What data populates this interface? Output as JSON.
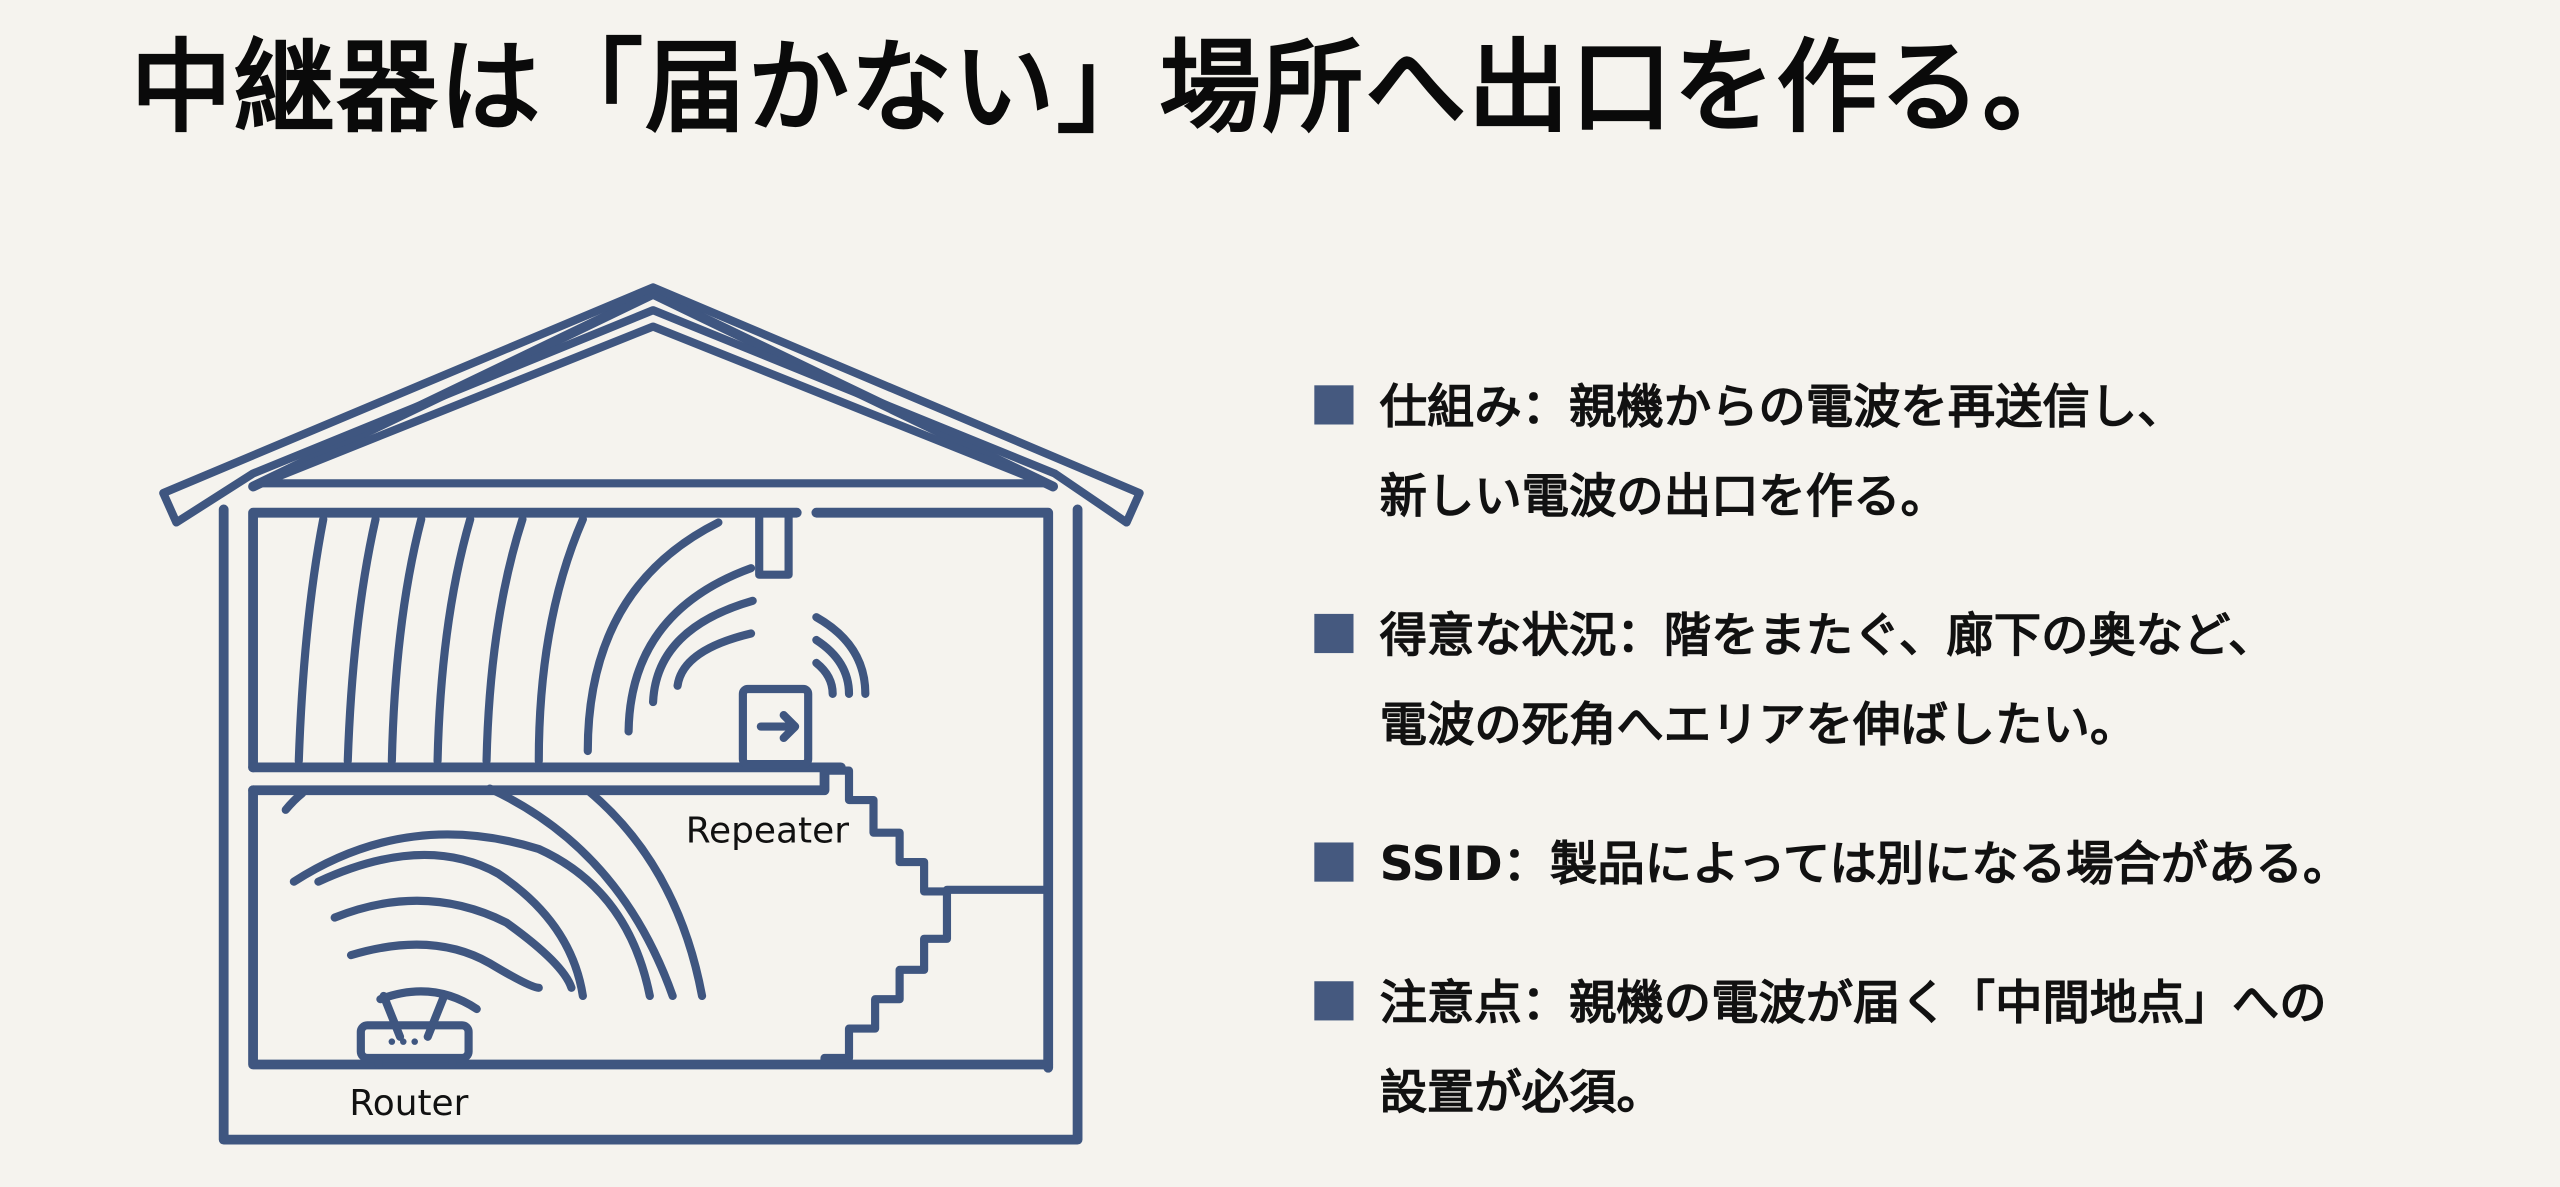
{
  "title": "中継器は「届かない」場所へ出口を作る。",
  "diagram": {
    "labels": {
      "repeater": "Repeater",
      "router": "Router"
    },
    "stroke_color": "#3f5680",
    "icons": {
      "repeater": "repeater-box-with-arrow",
      "router": "router-with-antennas"
    }
  },
  "bullets": [
    {
      "lines": [
        "仕組み：親機からの電波を再送信し、",
        "新しい電波の出口を作る。"
      ]
    },
    {
      "lines": [
        "得意な状況：階をまたぐ、廊下の奥など、",
        "電波の死角へエリアを伸ばしたい。"
      ]
    },
    {
      "lines": [
        "SSID：製品によっては別になる場合がある。"
      ]
    },
    {
      "lines": [
        "注意点：親機の電波が届く「中間地点」への",
        "設置が必須。"
      ]
    }
  ],
  "colors": {
    "background": "#f5f3ee",
    "accent": "#45597f",
    "line": "#3f5680",
    "text": "#111111"
  }
}
